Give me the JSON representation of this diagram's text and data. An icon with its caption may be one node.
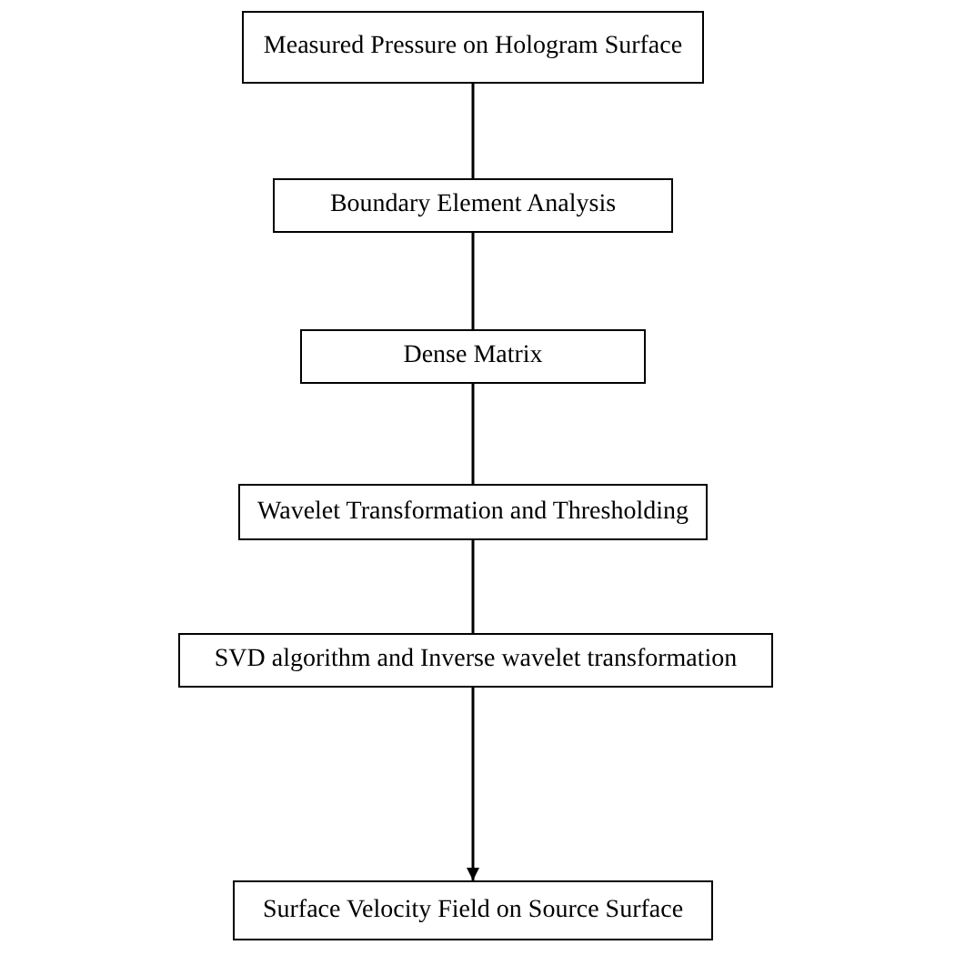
{
  "diagram": {
    "nodes": [
      {
        "text": [
          "Measured Pressure on Hologram Surface"
        ]
      },
      {
        "text": [
          "Boundary Element Analysis"
        ]
      },
      {
        "text": [
          "Dense Matrix"
        ]
      },
      {
        "text": [
          "Wavelet Transformation and Thresholding"
        ]
      },
      {
        "text": [
          "SVD algorithm and Inverse wavelet transformation"
        ]
      },
      {
        "text": [
          "Surface Velocity Field on Source Surface"
        ]
      }
    ],
    "edges": [
      {
        "from": 0,
        "to": 1,
        "arrow": "none"
      },
      {
        "from": 1,
        "to": 2,
        "arrow": "none"
      },
      {
        "from": 2,
        "to": 3,
        "arrow": "none"
      },
      {
        "from": 3,
        "to": 4,
        "arrow": "none"
      },
      {
        "from": 4,
        "to": 5,
        "arrow": "to"
      }
    ]
  }
}
